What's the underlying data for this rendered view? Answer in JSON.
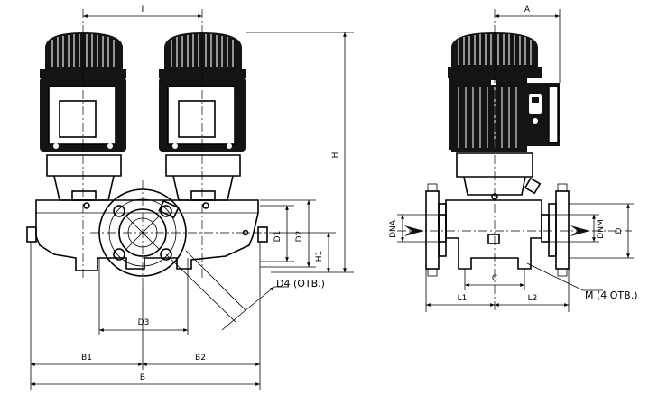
{
  "labels": {
    "I": "I",
    "H": "H",
    "D1": "D1",
    "D2": "D2",
    "H1": "H1",
    "D3": "D3",
    "D4_note": "D4 (ОТВ.)",
    "B1": "B1",
    "B2": "B2",
    "B": "B",
    "A": "A",
    "DNA": "DNA",
    "DNM": "DNM",
    "D": "D",
    "C": "C",
    "L1": "L1",
    "L2": "L2",
    "M_note": "M (4 ОТВ.)"
  }
}
